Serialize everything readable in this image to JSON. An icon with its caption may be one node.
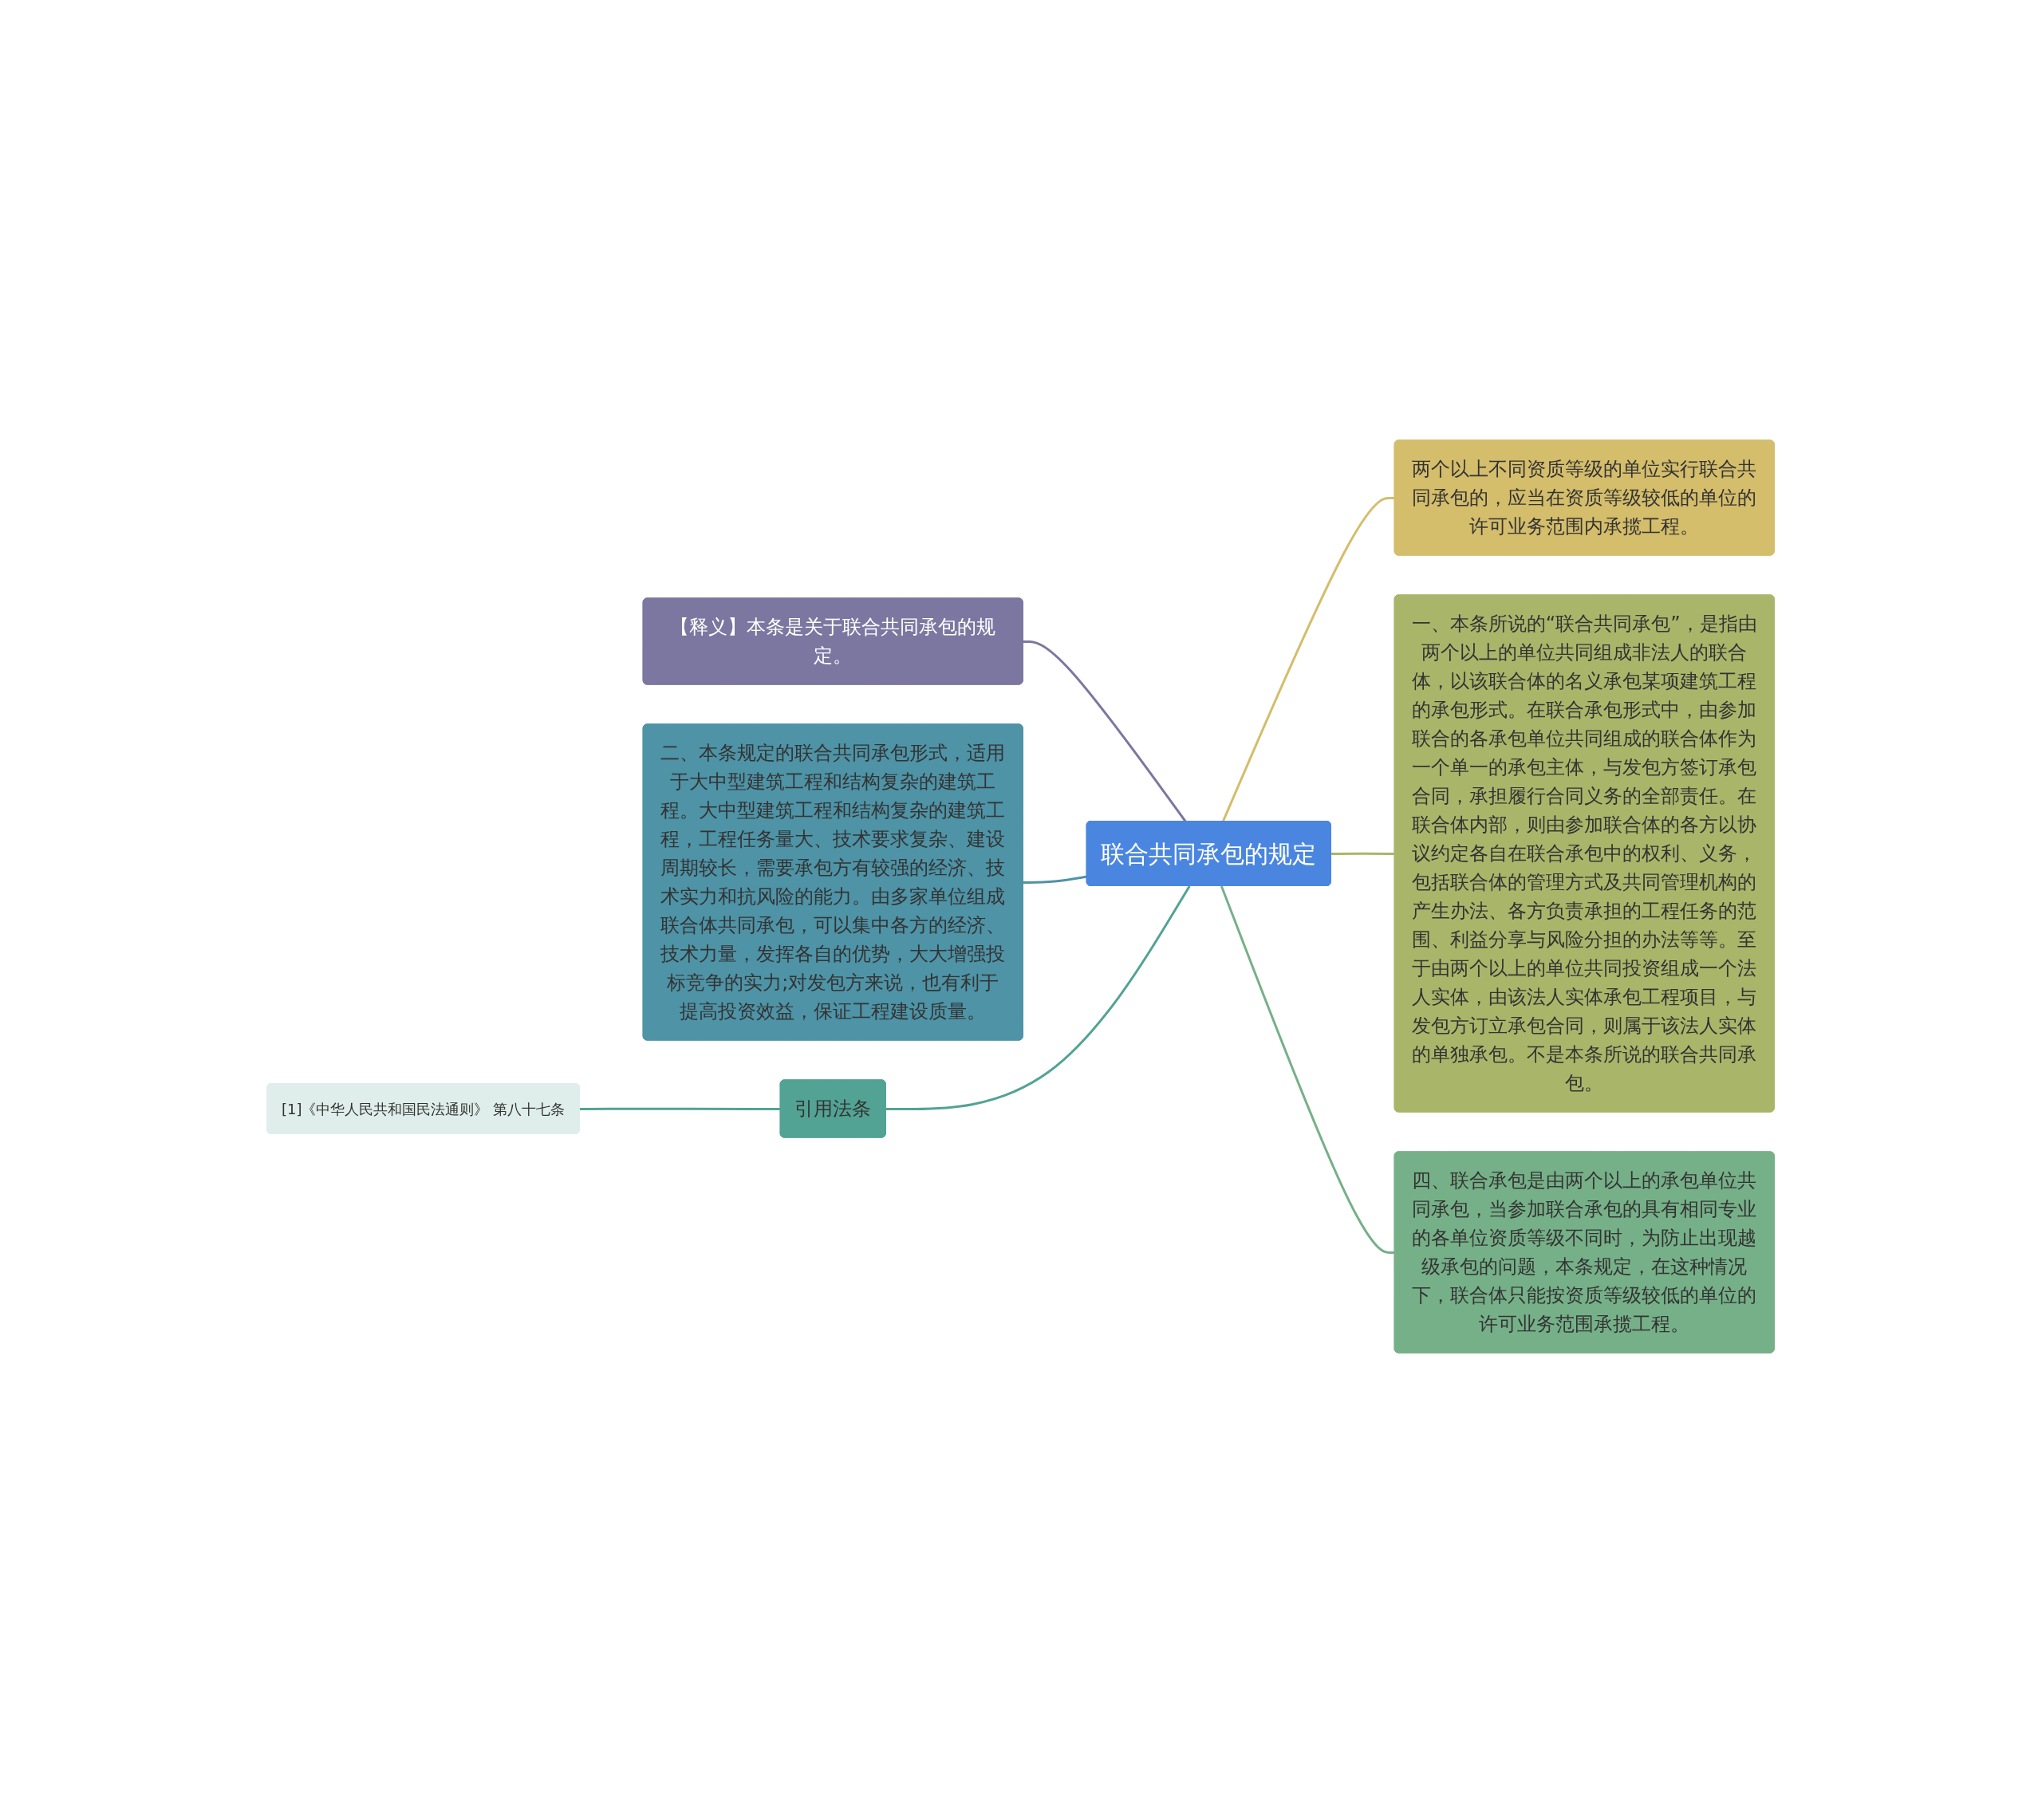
{
  "diagram": {
    "nodes": [
      {
        "text": [
          "联合共同承包的规定"
        ]
      },
      {
        "text": [
          "【释义】本条是关于联合共同承包的规定。"
        ]
      },
      {
        "text": [
          "二、本条规定的联合共同承包形式，适用于大中型建筑工程和结构复杂的建筑工程。大中型建筑工程和结构复杂的建筑工程，工程任务量大、技术要求复杂、建设周期较长，需要承包方有较强的经济、技术实力和抗风险的能力。由多家单位组成联合体共同承包，可以集中各方的经济、技术力量，发挥各自的优势，大大增强投标竞争的实力;对发包方来说，也有利于提高投资效益，保证工程建设质量。"
        ]
      },
      {
        "text": [
          "引用法条"
        ]
      },
      {
        "text": [
          "[1]《中华人民共和国民法通则》 第八十七条"
        ]
      },
      {
        "text": [
          "两个以上不同资质等级的单位实行联合共同承包的，应当在资质等级较低的单位的许可业务范围内承揽工程。"
        ]
      },
      {
        "text": [
          "一、本条所说的“联合共同承包”，是指由两个以上的单位共同组成非法人的联合体，以该联合体的名义承包某项建筑工程的承包形式。在联合承包形式中，由参加联合的各承包单位共同组成的联合体作为一个单一的承包主体，与发包方签订承包合同，承担履行合同义务的全部责任。在联合体内部，则由参加联合体的各方以协议约定各自在联合承包中的权利、义务，包括联合体的管理方式及共同管理机构的产生办法、各方负责承担的工程任务的范围、利益分享与风险分担的办法等等。至于由两个以上的单位共同投资组成一个法人实体，由该法人实体承包工程项目，与发包方订立承包合同，则属于该法人实体的单独承包。不是本条所说的联合共同承包。"
        ]
      },
      {
        "text": [
          "四、联合承包是由两个以上的承包单位共同承包，当参加联合承包的具有相同专业的各单位资质等级不同时，为防止出现越级承包的问题，本条规定，在这种情况下，联合体只能按资质等级较低的单位的许可业务范围承揽工程。"
        ]
      }
    ],
    "edges": [
      {
        "from": 0,
        "to": 1,
        "arrow": "none",
        "color": "#7b77a0"
      },
      {
        "from": 0,
        "to": 2,
        "arrow": "none",
        "color": "#4e93a6"
      },
      {
        "from": 0,
        "to": 3,
        "arrow": "none",
        "color": "#52a394"
      },
      {
        "from": 3,
        "to": 4,
        "arrow": "none",
        "color": "#52a394"
      },
      {
        "from": 0,
        "to": 5,
        "arrow": "none",
        "color": "#d4bd6b"
      },
      {
        "from": 0,
        "to": 6,
        "arrow": "none",
        "color": "#a9b66a"
      },
      {
        "from": 0,
        "to": 7,
        "arrow": "none",
        "color": "#76b088"
      }
    ]
  }
}
